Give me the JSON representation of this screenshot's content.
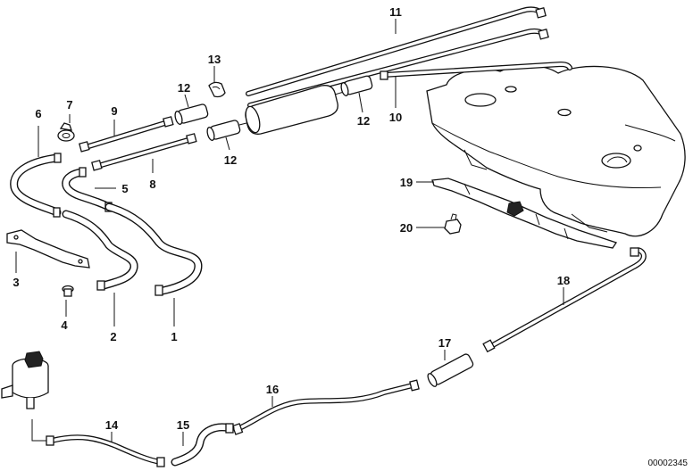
{
  "diagram": {
    "reference_number": "00002345",
    "callouts": [
      {
        "id": "c1",
        "label": "1"
      },
      {
        "id": "c2",
        "label": "2"
      },
      {
        "id": "c3",
        "label": "3"
      },
      {
        "id": "c4",
        "label": "4"
      },
      {
        "id": "c5",
        "label": "5"
      },
      {
        "id": "c6",
        "label": "6"
      },
      {
        "id": "c7",
        "label": "7"
      },
      {
        "id": "c8",
        "label": "8"
      },
      {
        "id": "c9",
        "label": "9"
      },
      {
        "id": "c10",
        "label": "10"
      },
      {
        "id": "c11",
        "label": "11"
      },
      {
        "id": "c12a",
        "label": "12"
      },
      {
        "id": "c12b",
        "label": "12"
      },
      {
        "id": "c12c",
        "label": "12"
      },
      {
        "id": "c13",
        "label": "13"
      },
      {
        "id": "c14",
        "label": "14"
      },
      {
        "id": "c15",
        "label": "15"
      },
      {
        "id": "c16",
        "label": "16"
      },
      {
        "id": "c17",
        "label": "17"
      },
      {
        "id": "c18",
        "label": "18"
      },
      {
        "id": "c19",
        "label": "19"
      },
      {
        "id": "c20",
        "label": "20"
      }
    ]
  }
}
